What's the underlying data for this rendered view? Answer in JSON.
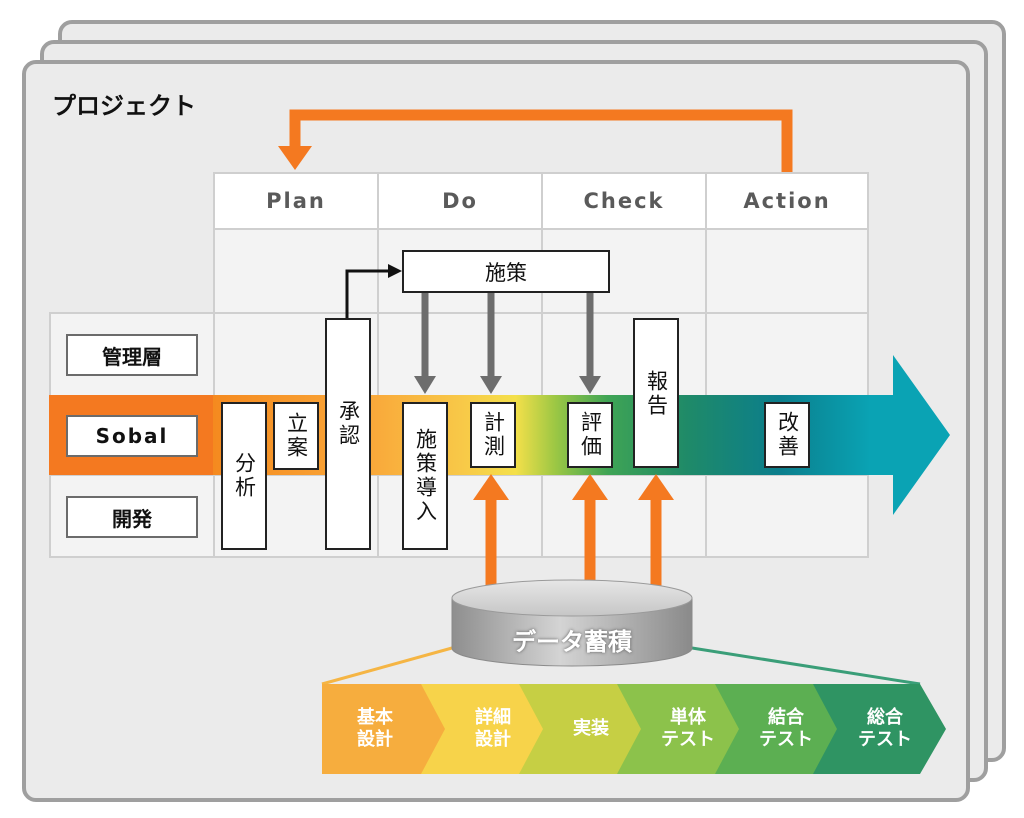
{
  "title": "プロジェクト",
  "phases": [
    "Plan",
    "Do",
    "Check",
    "Action"
  ],
  "rows": [
    "管理層",
    "Sobal",
    "開発"
  ],
  "boxes": {
    "shisaku_top": "施策",
    "bunseki": "分析",
    "ritsuan": "立案",
    "shonin": "承認",
    "shisaku_dounyu": "施策導入",
    "keisoku": "計測",
    "hyouka": "評価",
    "houkoku": "報告",
    "kaizen": "改善"
  },
  "database": "データ蓄積",
  "stages": [
    "基本\n設計",
    "詳細\n設計",
    "実装",
    "単体\nテスト",
    "結合\nテスト",
    "総合\nテスト"
  ],
  "colors": {
    "orange": "#f47920",
    "gray_arrow": "#6d6d6d",
    "teal": "#0a8fa0",
    "card_border": "#9f9f9f"
  }
}
